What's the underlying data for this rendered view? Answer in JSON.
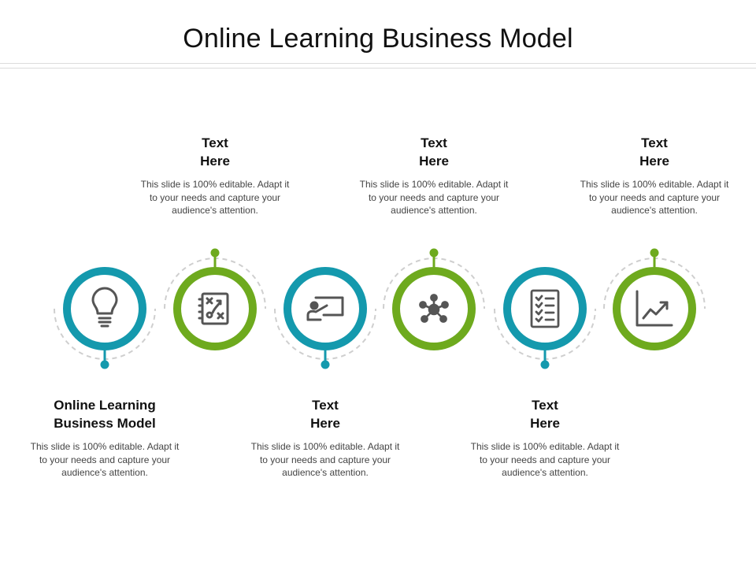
{
  "title": "Online Learning Business Model",
  "colors": {
    "teal": "#1499ad",
    "green": "#6eaa1e",
    "icon": "#555555",
    "dash": "#cfcfcf"
  },
  "steps": [
    {
      "color": "teal",
      "icon": "lightbulb-icon",
      "heading": [
        "Online Learning",
        "Business Model"
      ],
      "description": "This slide is 100% editable. Adapt it to your needs and capture your audience's attention."
    },
    {
      "color": "green",
      "icon": "strategy-board-icon",
      "heading": [
        "Text",
        "Here"
      ],
      "description": "This slide is 100% editable. Adapt it to your needs and capture your audience's attention."
    },
    {
      "color": "teal",
      "icon": "presentation-icon",
      "heading": [
        "Text",
        "Here"
      ],
      "description": "This slide is 100% editable. Adapt it to your needs and capture your audience's attention."
    },
    {
      "color": "green",
      "icon": "network-icon",
      "heading": [
        "Text",
        "Here"
      ],
      "description": "This slide is 100% editable. Adapt it to your needs and capture your audience's attention."
    },
    {
      "color": "teal",
      "icon": "checklist-icon",
      "heading": [
        "Text",
        "Here"
      ],
      "description": "This slide is 100% editable. Adapt it to your needs and capture your audience's attention."
    },
    {
      "color": "green",
      "icon": "growth-chart-icon",
      "heading": [
        "Text",
        "Here"
      ],
      "description": "This slide is 100% editable. Adapt it to your needs and capture your audience's attention."
    }
  ]
}
